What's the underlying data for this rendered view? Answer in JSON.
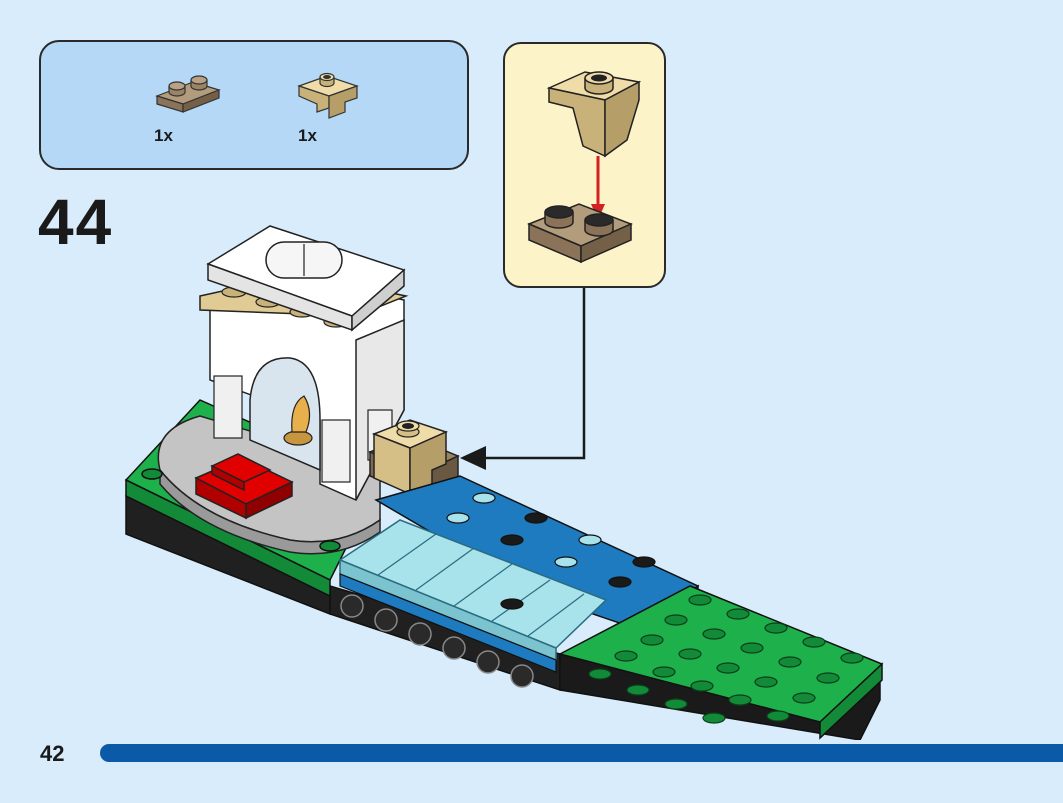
{
  "parts_list": {
    "items": [
      {
        "qty": "1x",
        "part": "dark-tan-plate-1x2",
        "color": "#9b8466"
      },
      {
        "qty": "1x",
        "part": "tan-bracket-2x2",
        "color": "#e0cb94"
      }
    ]
  },
  "step": {
    "number": "44"
  },
  "page": {
    "number": "42"
  },
  "progress": {
    "fraction": 1.0
  },
  "colors": {
    "background": "#d8ecfb",
    "parts_box": "#b4d8f5",
    "callout": "#fdf3c8",
    "progress_bar": "#0b5aa8",
    "green_plate": "#1eb04b",
    "blue_tile": "#1f7bc0",
    "trans_tile": "#a8e2ea",
    "red_brick": "#e00000",
    "white_brick": "#ffffff",
    "tan_brick": "#e0cb94",
    "dark_tan": "#9b8466",
    "light_gray": "#c4c4c4",
    "black": "#202020"
  }
}
